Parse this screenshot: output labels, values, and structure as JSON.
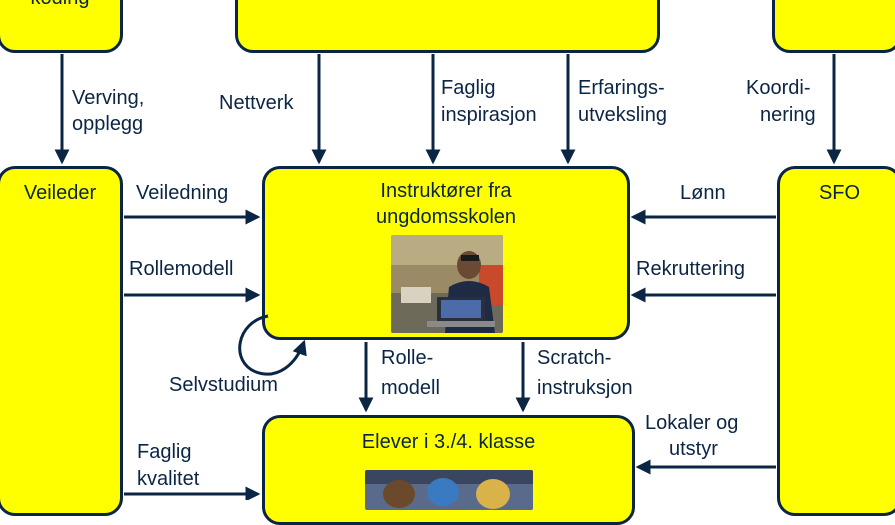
{
  "boxes": {
    "top_left_label": "koding",
    "veileder_label": "Veileder",
    "instructors_label_line1": "Instruktører fra",
    "instructors_label_line2": "ungdomsskolen",
    "sfo_label": "SFO",
    "pupils_label": "Elever i 3./4. klasse"
  },
  "arrow_labels": {
    "verving_line1": "Verving,",
    "verving_line2": "opplegg",
    "nettverk": "Nettverk",
    "faglig_insp_line1": "Faglig",
    "faglig_insp_line2": "inspirasjon",
    "erfaring_line1": "Erfarings-",
    "erfaring_line2": "utveksling",
    "koord_line1": "Koordi-",
    "koord_line2": "nering",
    "veiledning": "Veiledning",
    "rollemodell_left": "Rollemodell",
    "lonn": "Lønn",
    "rekruttering": "Rekruttering",
    "selvstudium": "Selvstudium",
    "rolle_down_line1": "Rolle-",
    "rolle_down_line2": "modell",
    "scratch_line1": "Scratch-",
    "scratch_line2": "instruksjon",
    "lokaler_line1": "Lokaler og",
    "lokaler_line2": "utstyr",
    "faglig_kval_line1": "Faglig",
    "faglig_kval_line2": "kvalitet"
  },
  "colors": {
    "box_fill": "#ffff00",
    "stroke": "#0b2545"
  }
}
